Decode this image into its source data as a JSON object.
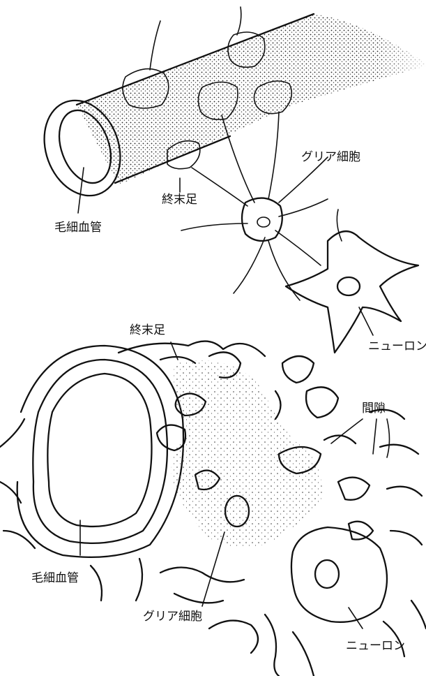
{
  "top_figure": {
    "labels": {
      "glia": "グリア細胞",
      "endfoot": "終末足",
      "capillary": "毛細血管",
      "neuron": "ニューロン"
    }
  },
  "bottom_figure": {
    "labels": {
      "endfoot": "終末足",
      "gap": "間隙",
      "capillary": "毛細血管",
      "glia": "グリア細胞",
      "neuron": "ニューロン"
    }
  }
}
